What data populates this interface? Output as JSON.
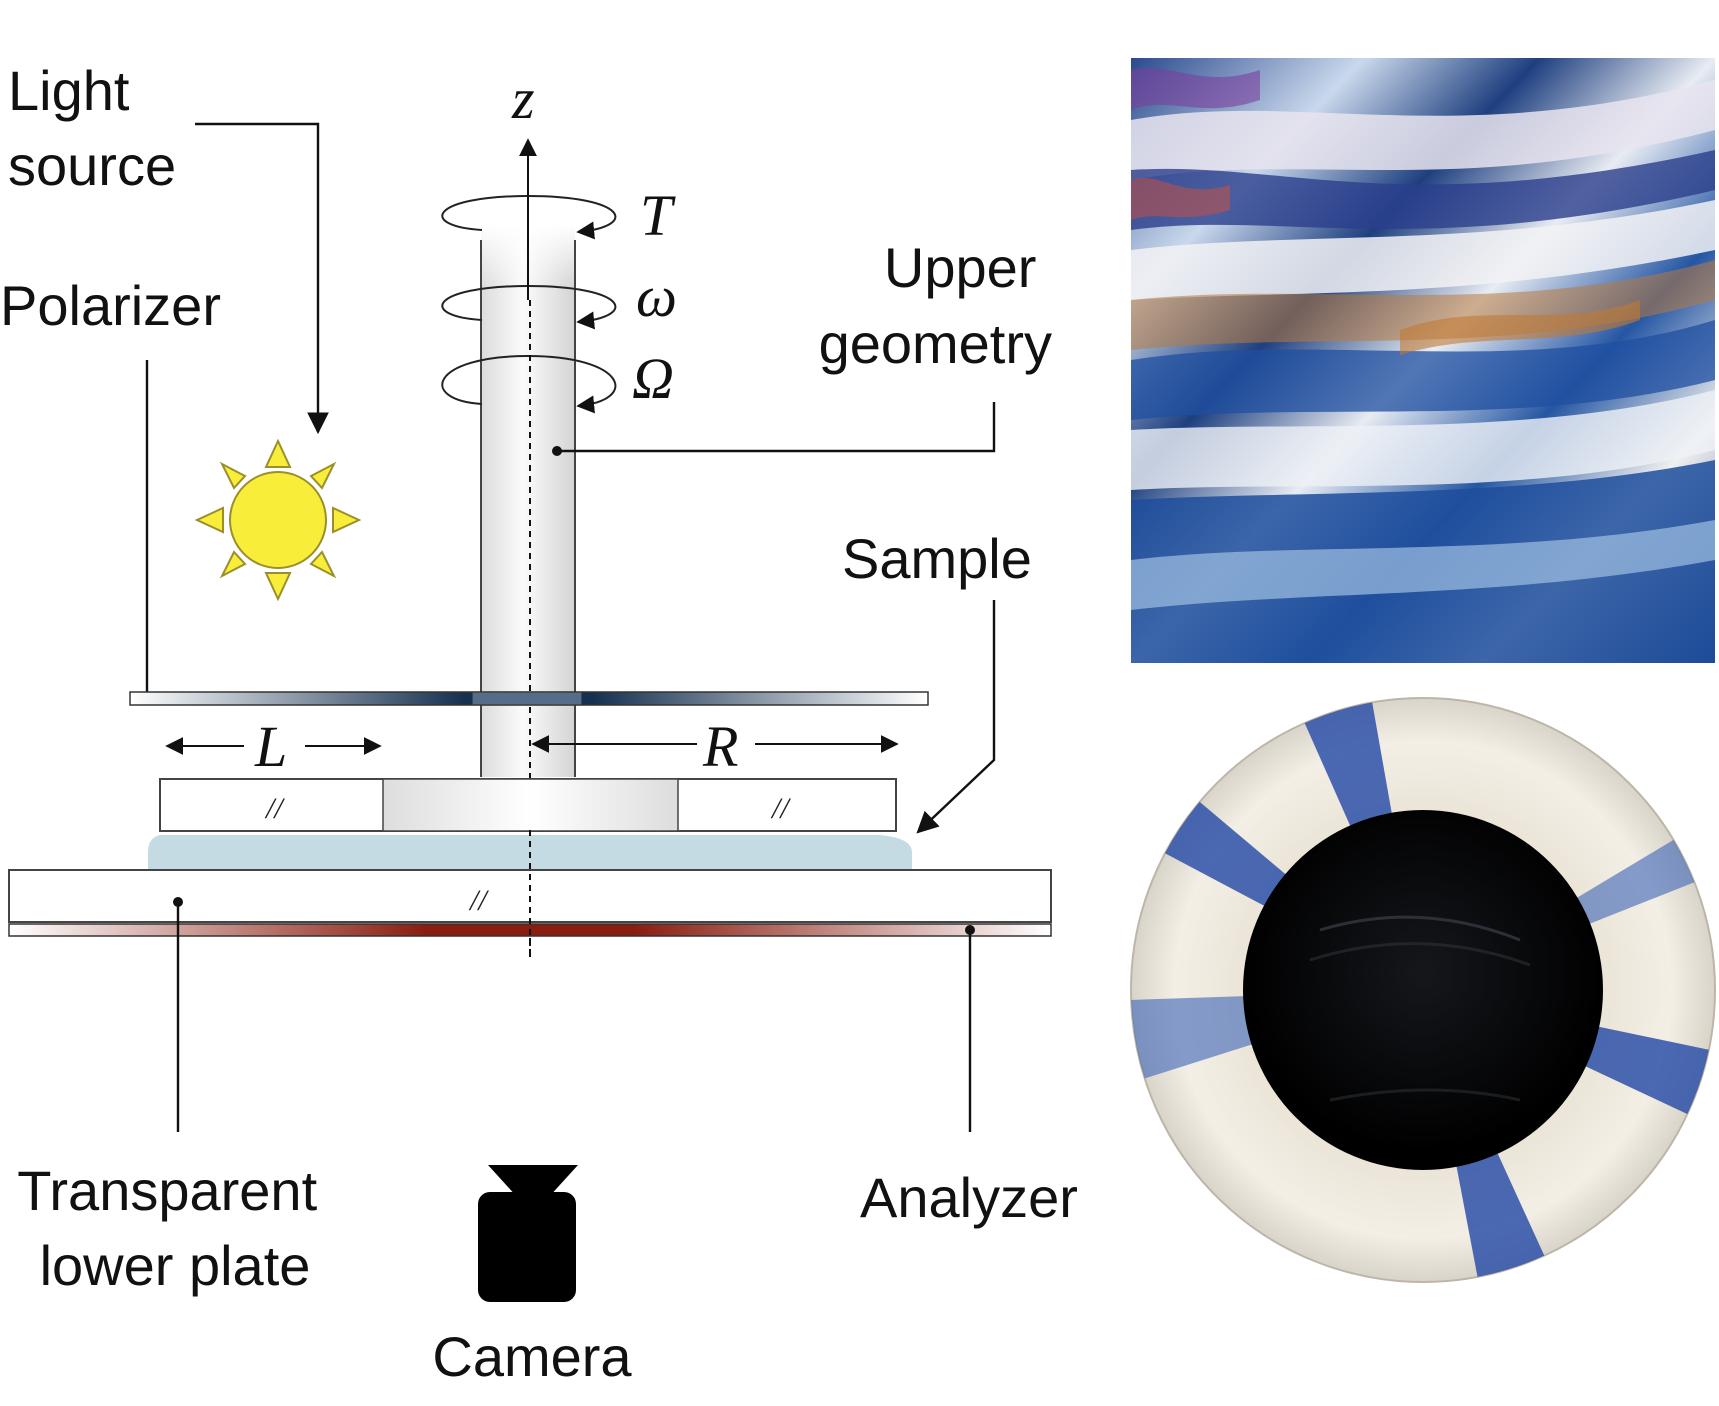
{
  "labels": {
    "light_source": [
      "Light",
      "source"
    ],
    "polarizer": "Polarizer",
    "upper_geometry": [
      "Upper",
      "geometry"
    ],
    "sample": "Sample",
    "transparent_lower_plate": [
      "Transparent",
      "lower plate"
    ],
    "camera": "Camera",
    "analyzer": "Analyzer"
  },
  "symbols": {
    "axis": "z",
    "torque": "T",
    "angular_velocity": "ω",
    "oscillation": "Ω",
    "length": "L",
    "radius": "R",
    "parallel_mark": "//"
  },
  "colors": {
    "sun_fill": "#f8ee3a",
    "sun_stroke": "#9a8f2a",
    "polarizer_dark": "#16304f",
    "analyzer_dark": "#8a1d10",
    "sample_fill": "#c4dbe4",
    "camera_fill": "#000000"
  },
  "photos": {
    "top": "birefringence texture photograph",
    "bottom": "circular sample photograph under crossed polarizers"
  }
}
